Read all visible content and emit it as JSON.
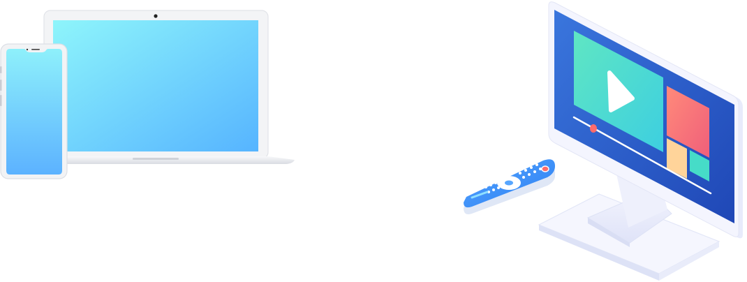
{
  "scene": {
    "left_group": {
      "laptop": {
        "screen_gradient": [
          "#8ef5fb",
          "#56b4ff"
        ],
        "body_color": "#f3f4f6",
        "camera_icon": "dot"
      },
      "phone": {
        "screen_gradient": [
          "#8ef0fb",
          "#5cb2ff"
        ],
        "body_color": "#f2f3f5",
        "notch_icon": "notch"
      }
    },
    "right_group": {
      "monitor": {
        "bezel_color": "#2f5fce",
        "frame_color": "#eef0fc",
        "stand_color": "#e7eafb",
        "video_tile_gradient": [
          "#5fe6c3",
          "#3dcfe0"
        ],
        "side_tile_top_gradient": [
          "#ff8a7a",
          "#f05f7a"
        ],
        "side_tile_bottom_left": "#ffd49a",
        "side_tile_bottom_right": "#46dcc8",
        "play_icon": "play-icon",
        "progress_fraction": 0.1
      },
      "remote": {
        "body_gradient": [
          "#57a6ff",
          "#2a7ef2"
        ],
        "button_color": "#ffffff",
        "power_button_color": "#ff6b6b",
        "dpad_icon": "dpad-icon"
      }
    }
  }
}
